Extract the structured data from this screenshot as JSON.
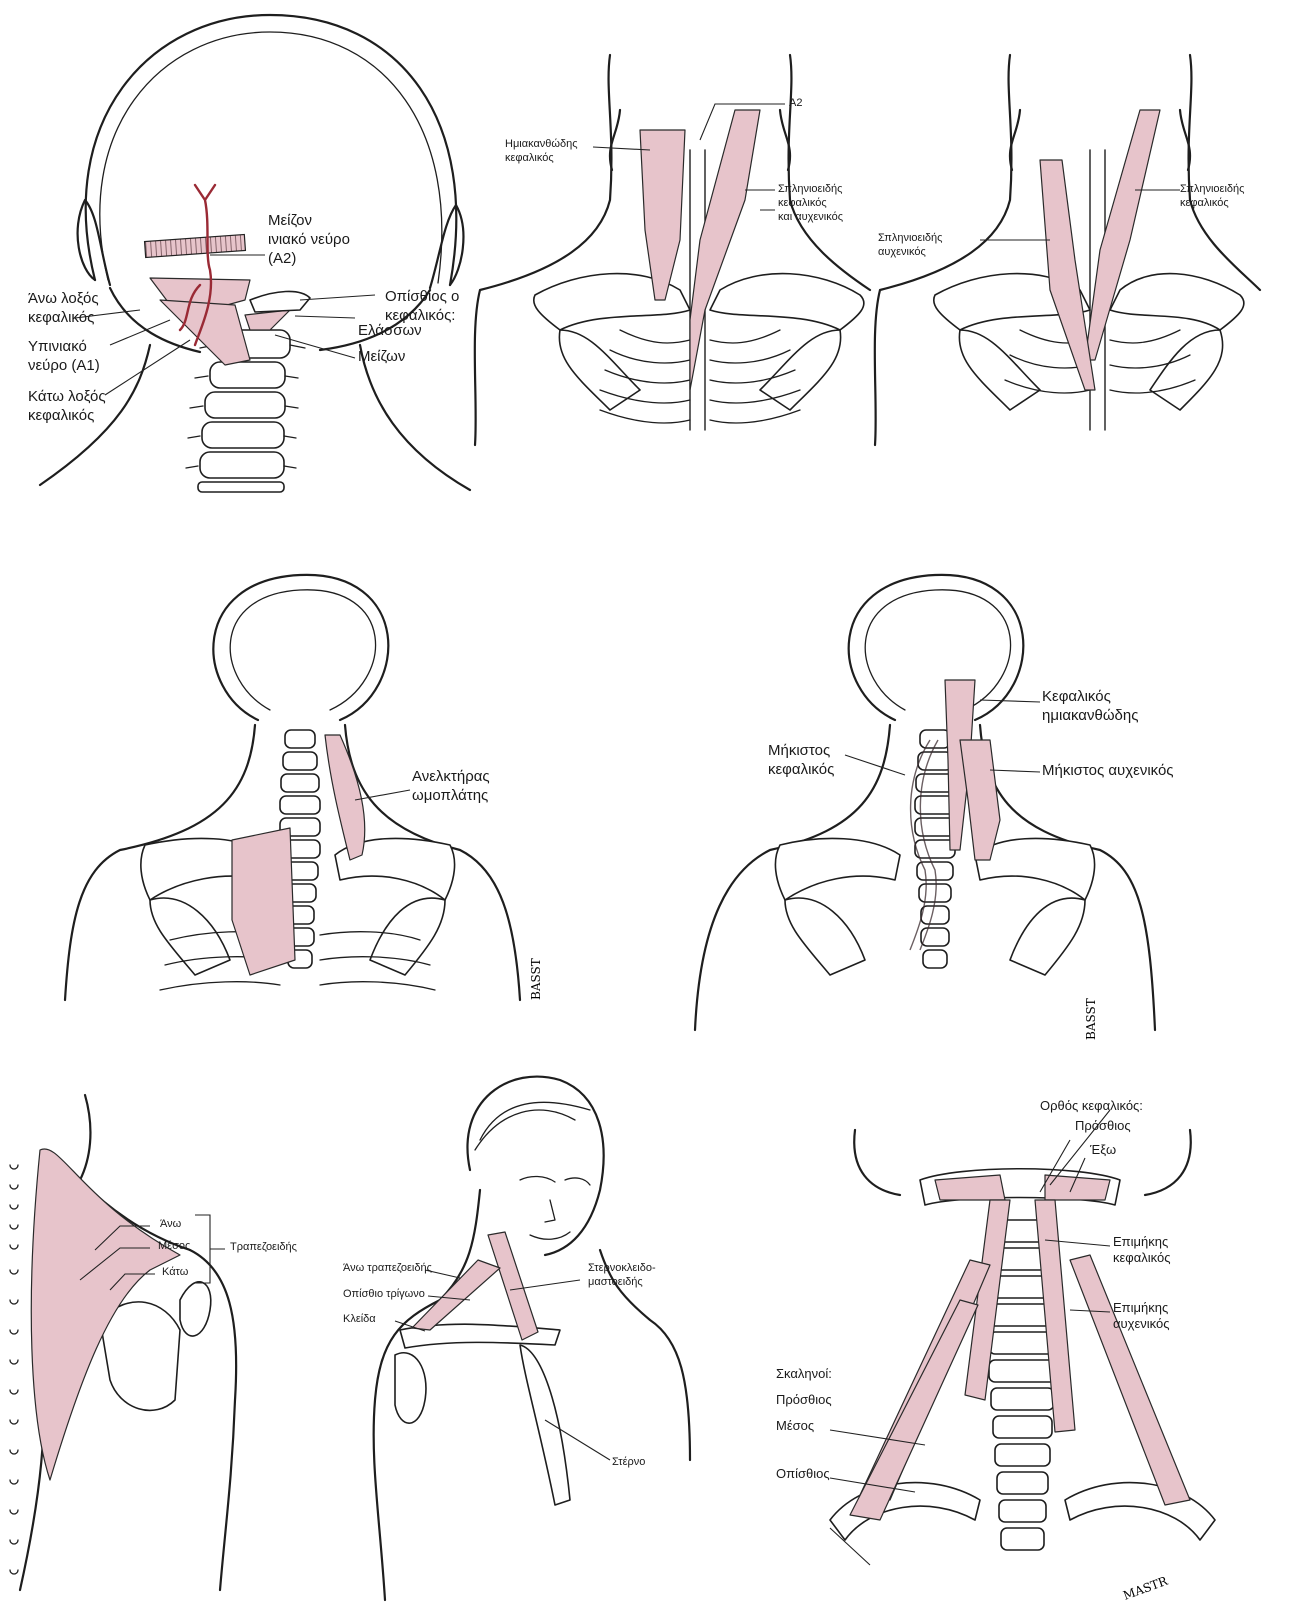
{
  "panel1": {
    "greater_occipital_nerve": [
      "Μείζον",
      "ινιακό νεύρο",
      "(A2)"
    ],
    "superior_oblique": [
      "Άνω λοξός",
      "κεφαλικός"
    ],
    "suboccipital_nerve": [
      "Υπινιακό",
      "νεύρο (A1)"
    ],
    "inferior_oblique": [
      "Κάτω λοξός",
      "κεφαλικός"
    ],
    "rectus_posterior_title": [
      "Οπίσθιος ο",
      "κεφαλικός:"
    ],
    "rectus_minor": "Ελάσσων",
    "rectus_major": "Μείζων"
  },
  "panel2": {
    "a2": "A2",
    "semispinalis": [
      "Ημιακανθώδης",
      "κεφαλικός"
    ],
    "splenius_both": [
      "Σπληνιοειδής",
      "κεφαλικός",
      "και αυχενικός"
    ]
  },
  "panel3": {
    "splenius_capitis": [
      "Σπληνιοειδής",
      "κεφαλικός"
    ],
    "splenius_cervicis": [
      "Σπληνιοειδής",
      "αυχενικός"
    ]
  },
  "panel4": {
    "levator_scapulae": [
      "Ανελκτήρας",
      "ωμοπλάτης"
    ]
  },
  "panel5": {
    "semispinalis_capitis": [
      "Κεφαλικός",
      "ημιακανθώδης"
    ],
    "longissimus_capitis": [
      "Μήκιστος",
      "κεφαλικός"
    ],
    "longissimus_cervicis": "Μήκιστος αυχενικός"
  },
  "panel6": {
    "upper": "Άνω",
    "middle": "Μέσος",
    "lower": "Κάτω",
    "trapezius": "Τραπεζοειδής"
  },
  "panel7": {
    "upper_trapezius": "Άνω τραπεζοειδής",
    "posterior_triangle": "Οπίσθιο τρίγωνο",
    "clavicle": "Κλείδα",
    "sternocleidomastoid": [
      "Στερνοκλειδο-",
      "μαστοειδής"
    ],
    "sternum": "Στέρνο"
  },
  "panel8": {
    "rectus_capitis_title": "Ορθός κεφαλικός:",
    "anterior": "Πρόσθιος",
    "lateral": "Έξω",
    "longus_capitis": [
      "Επιμήκης",
      "κεφαλικός"
    ],
    "scalenes_title": "Σκαληνοί:",
    "scalene_anterior": "Πρόσθιος",
    "scalene_middle": "Μέσος",
    "scalene_posterior": "Οπίσθιος",
    "longus_colli": [
      "Επιμήκης",
      "αυχενικός"
    ]
  },
  "colors": {
    "muscle": "#e7c4cb",
    "nerve": "#9a2a35",
    "ink": "#1e1e1e"
  }
}
